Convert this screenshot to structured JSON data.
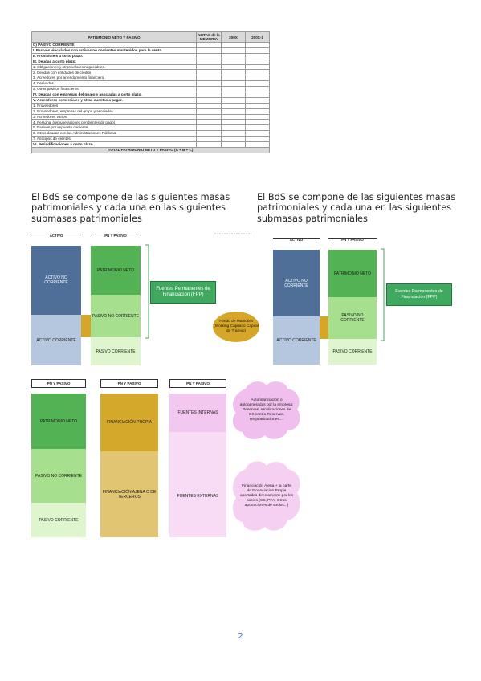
{
  "table": {
    "headers": [
      "PATRIMONIO NETO Y PASIVO",
      "NOTAS de la MEMORIA",
      "200X",
      "200X-1"
    ],
    "rows": [
      {
        "text": "C) PASIVO CORRIENTE",
        "bold": true
      },
      {
        "text": "I. Pasivos vinculados con activos no corrientes mantenidos para la venta.",
        "bold": true
      },
      {
        "text": "II. Provisiones a corto plazo.",
        "bold": true
      },
      {
        "text": "III. Deudas a corto plazo.",
        "bold": true
      },
      {
        "text": "1. Obligaciones y otros valores negociables.",
        "bold": false
      },
      {
        "text": "2. Deudas con entidades de crédito",
        "bold": false
      },
      {
        "text": "3. Acreedores por arrendamiento financiero.",
        "bold": false
      },
      {
        "text": "4. Derivados.",
        "bold": false
      },
      {
        "text": "5. Otros pasivos financieros.",
        "bold": false
      },
      {
        "text": "IV. Deudas con empresas del grupo y asociadas a corto plazo.",
        "bold": true
      },
      {
        "text": "V. Acreedores comerciales y otras cuentas a pagar.",
        "bold": true
      },
      {
        "text": "1. Proveedores",
        "bold": false
      },
      {
        "text": "2. Proveedores, empresas del grupo y asociadas",
        "bold": false
      },
      {
        "text": "3. Acreedores varios.",
        "bold": false
      },
      {
        "text": "4. Personal (remuneraciones pendientes de pago)",
        "bold": false
      },
      {
        "text": "5. Pasivos por impuesto corriente.",
        "bold": false
      },
      {
        "text": "6. Otras deudas con las Administraciones Públicas.",
        "bold": false
      },
      {
        "text": "7. Anticipos de clientes.",
        "bold": false
      },
      {
        "text": "VI. Periodificaciones a corto plazo.",
        "bold": true
      }
    ],
    "total": "TOTAL PATRIMONIO NETO Y PASIVO (A + B + C)"
  },
  "headings": {
    "left": "El BdS se compone de las siguientes masas patrimoniales y  cada una en las siguientes submasas patrimoniales",
    "right": "El BdS se compone de las siguientes masas patrimoniales y cada una en las siguientes submasas patrimoniales"
  },
  "diagram_left": {
    "activo_header": "ACTIVO",
    "pn_header": "PN Y PASIVO",
    "activo_no_corriente": "ACTIVO NO CORRIENTE",
    "activo_corriente": "ACTIVO CORRIENTE",
    "patrimonio_neto": "PATRIMONIO NETO",
    "pasivo_no_corriente": "PASIVO NO CORRIENTE",
    "pasivo_corriente": "PASIVO CORRIENTE",
    "fpp": "Fuentes Permanentes de Financiación (FPP)",
    "fm": "Fondo de Maniobra (Working Capital o Capital de Trabajo)"
  },
  "diagram_right": {
    "activo_header": "ACTIVO",
    "pn_header": "PN Y PASIVO",
    "activo_no_corriente": "ACTIVO NO CORRIENTE",
    "activo_corriente": "ACTIVO CORRIENTE",
    "patrimonio_neto": "PATRIMONIO NETO",
    "pasivo_no_corriente": "PASIVO NO CORRIENTE",
    "pasivo_corriente": "PASIVO CORRIENTE",
    "fpp": "Fuentes Permanentes de Financiación (FPP)"
  },
  "diagram_bottom": {
    "col1_header": "PN Y PASIVO",
    "col2_header": "PN Y PASIVO",
    "col3_header": "PN Y PASIVO",
    "patrimonio_neto": "PATRIMONIO NETO",
    "pasivo_no_corriente": "PASIVO NO CORRIENTE",
    "pasivo_corriente": "PASIVO CORRIENTE",
    "financiacion_propia": "FINANCIACIÓN PROPIA",
    "financiacion_ajena": "FINANCIACIÓN AJENA O DE TERCEROS",
    "fuentes_internas": "FUENTES INTERNAS",
    "fuentes_externas": "FUENTES EXTERNAS",
    "cloud_internas": "Autofinanciación o autogeneradas por la empresa: Reservas, Amplicaciones de CS contra Reservas, Regularizaciones....",
    "cloud_externas": "Financiación Ajena + la parte de Financiación Propia aportadas directamente por los socios (CS, PFA, Otras aportaciones de socios...)"
  },
  "page_number": "2"
}
